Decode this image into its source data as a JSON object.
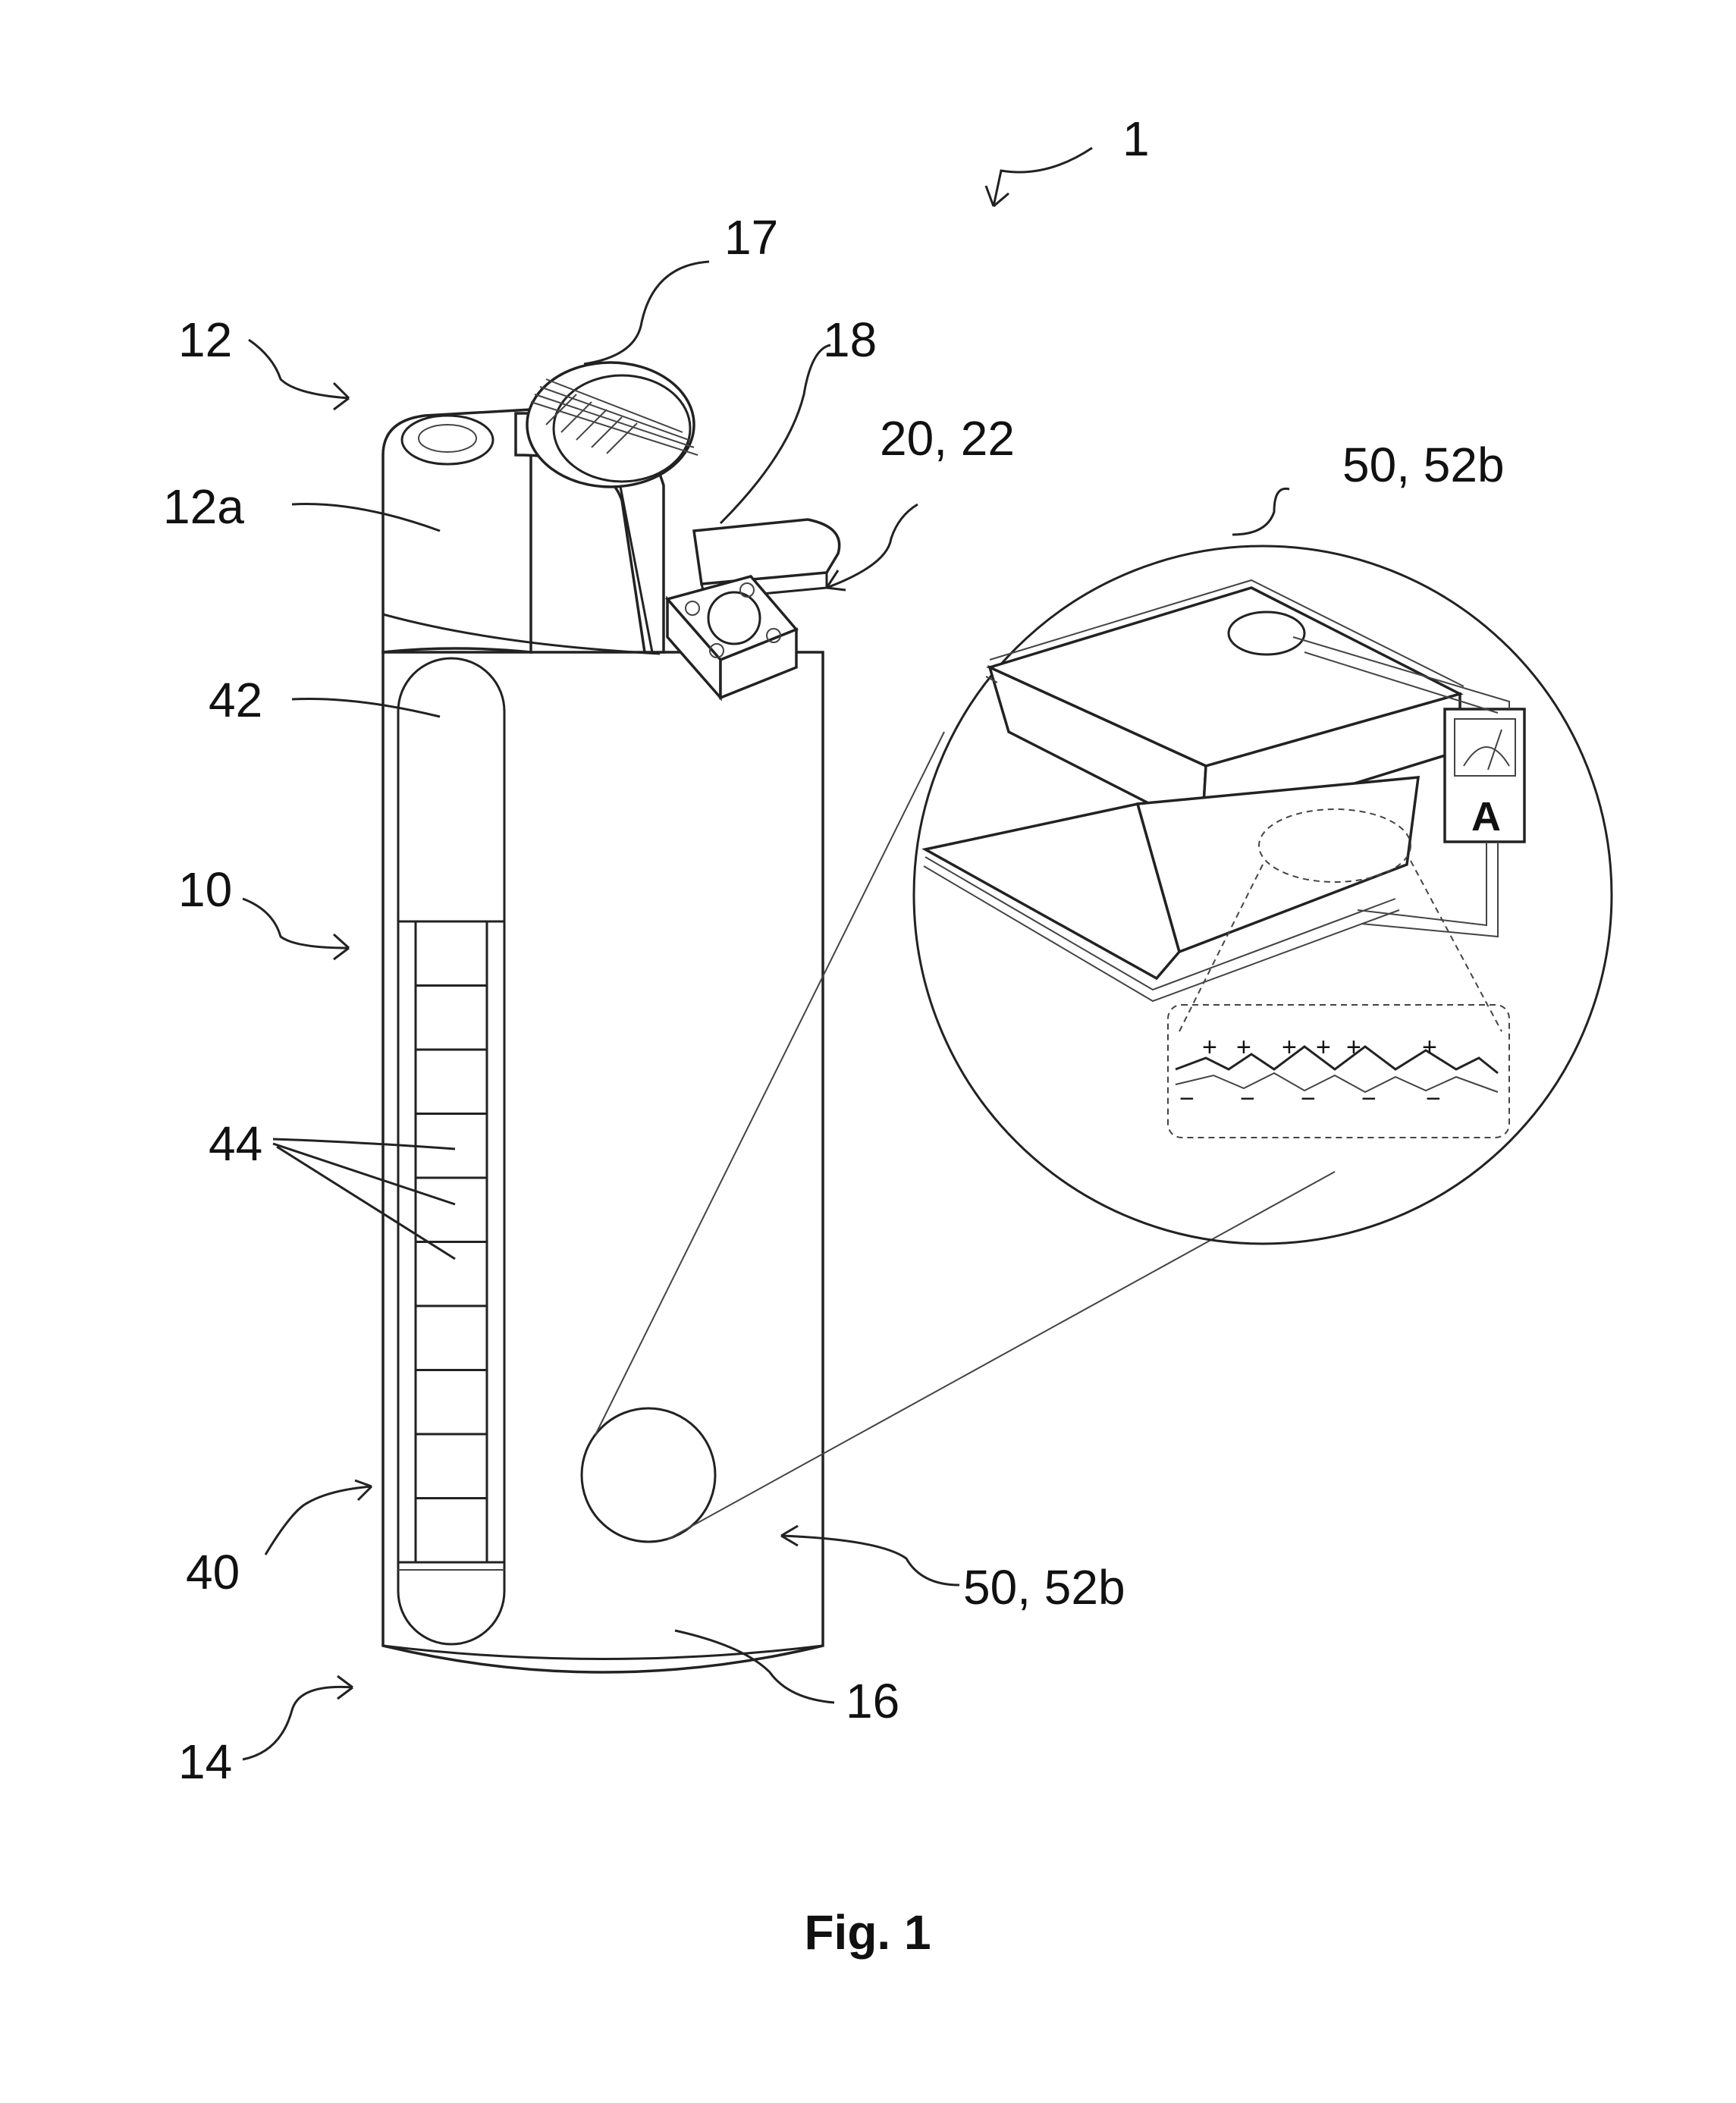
{
  "labels": {
    "device": "1",
    "top_section": "12",
    "cap_part": "12a",
    "wheel": "17",
    "button": "18",
    "switch": "20, 22",
    "inset_material": "50, 52b",
    "window": "42",
    "body_section": "10",
    "cells": "44",
    "housing": "40",
    "surface_material": "50, 52b",
    "bottom_section": "14",
    "base": "16"
  },
  "meter": {
    "unit": "A"
  },
  "charges": {
    "plus": "+",
    "minus": "−"
  },
  "caption": "Fig. 1"
}
